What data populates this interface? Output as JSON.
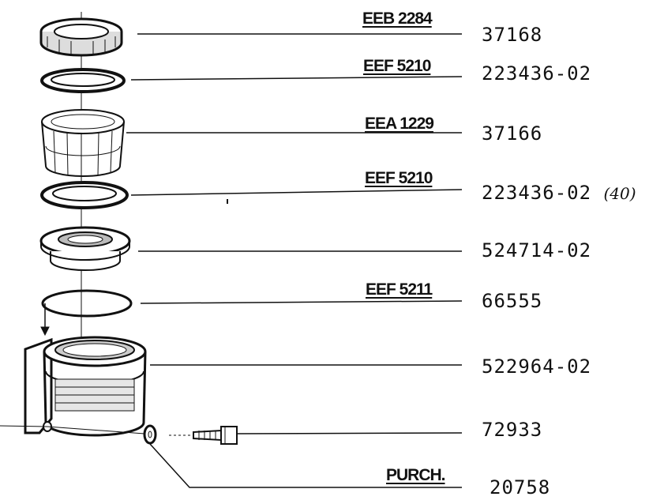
{
  "parts": [
    {
      "code": "EEB 2284",
      "number": "37168"
    },
    {
      "code": "EEF 5210",
      "number": "223436-02"
    },
    {
      "code": "EEA 1229",
      "number": "37166"
    },
    {
      "code": "EEF 5210",
      "number": "223436-02",
      "note": "(40)"
    },
    {
      "code": "",
      "number": "524714-02"
    },
    {
      "code": "EEF 5211",
      "number": "66555"
    },
    {
      "code": "",
      "number": "522964-02"
    },
    {
      "code": "",
      "number": "72933"
    },
    {
      "code": "PURCH.",
      "number": "20758"
    }
  ]
}
